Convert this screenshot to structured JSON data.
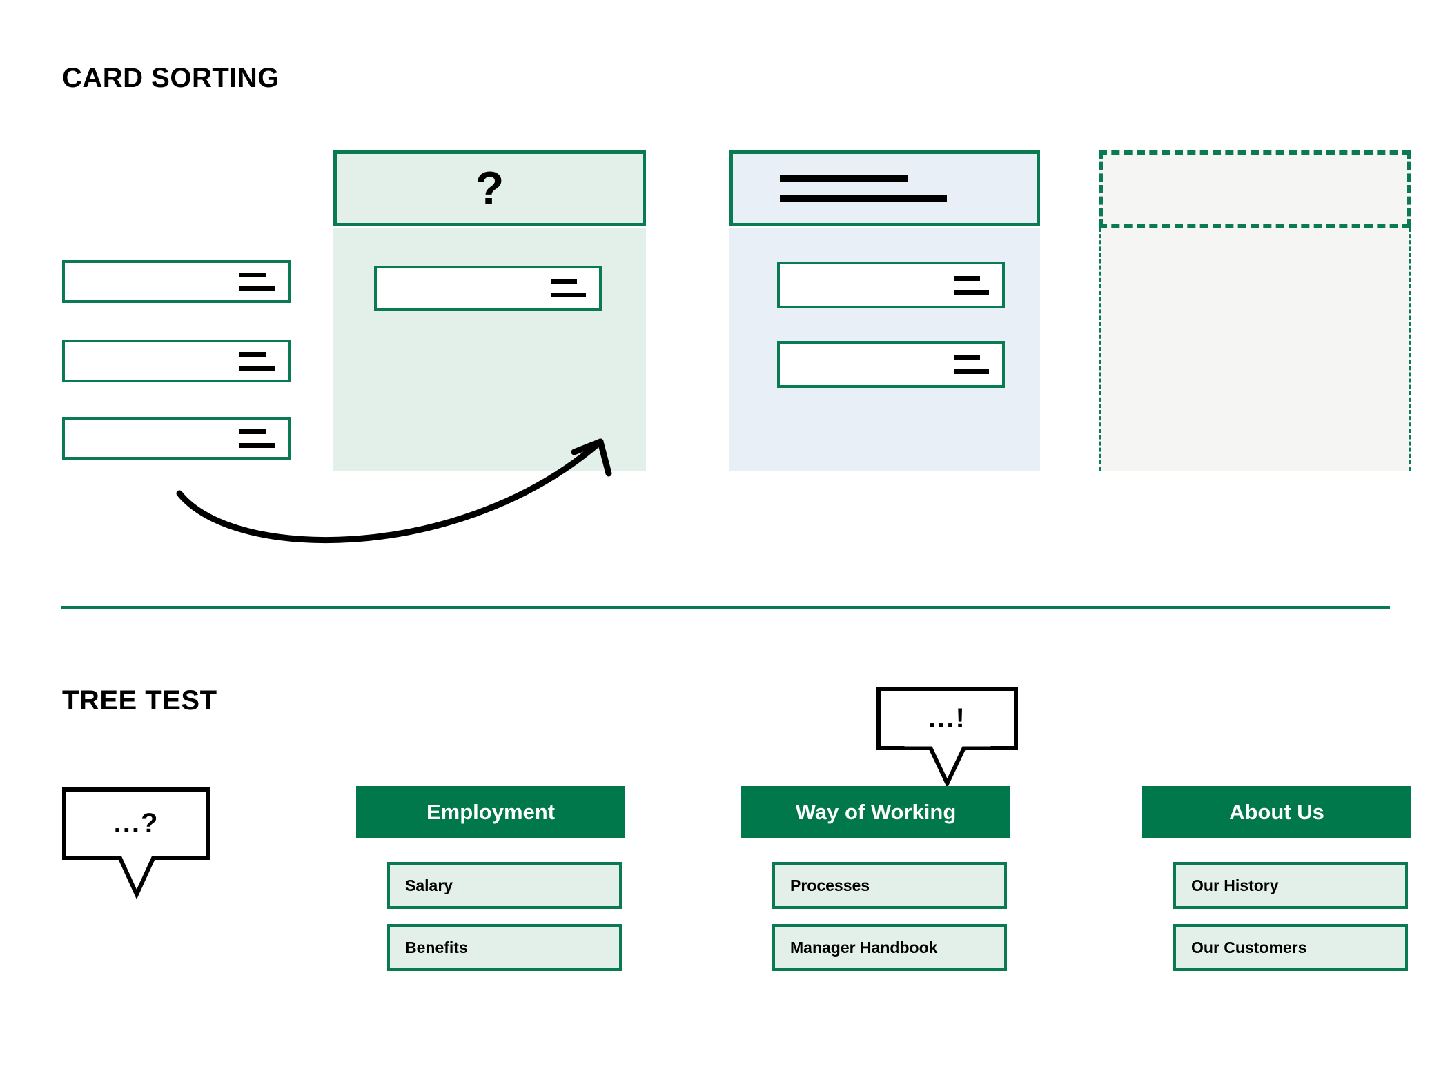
{
  "sections": {
    "card_sorting": {
      "title": "CARD SORTING",
      "loose_cards": [
        {
          "name": "loose-card-1"
        },
        {
          "name": "loose-card-2"
        },
        {
          "name": "loose-card-3"
        }
      ],
      "columns": [
        {
          "id": "col2",
          "header_label": "?",
          "header_type": "question",
          "fill": "#e3efe9",
          "card_count": 1
        },
        {
          "id": "col3",
          "header_label": "",
          "header_type": "titled",
          "fill": "#e9eff7",
          "card_count": 2
        },
        {
          "id": "col4",
          "header_label": "",
          "header_type": "empty-placeholder",
          "fill": "#f5f5f3",
          "card_count": 0
        }
      ],
      "arrow": {
        "name": "drag-arrow"
      }
    },
    "tree_test": {
      "title": "TREE TEST",
      "bubbles": [
        {
          "id": "bubble-question",
          "text": "...?"
        },
        {
          "id": "bubble-answer",
          "text": "...!"
        }
      ],
      "columns": [
        {
          "header": "Employment",
          "children": [
            "Salary",
            "Benefits"
          ]
        },
        {
          "header": "Way of Working",
          "children": [
            "Processes",
            "Manager Handbook"
          ]
        },
        {
          "header": "About Us",
          "children": [
            "Our History",
            "Our Customers"
          ]
        }
      ]
    }
  },
  "colors": {
    "green": "#0a7a52",
    "green_solid": "#00784b",
    "light_green": "#e3efe9",
    "light_blue": "#e9eff7",
    "light_gray": "#f5f5f3",
    "black": "#000000"
  }
}
